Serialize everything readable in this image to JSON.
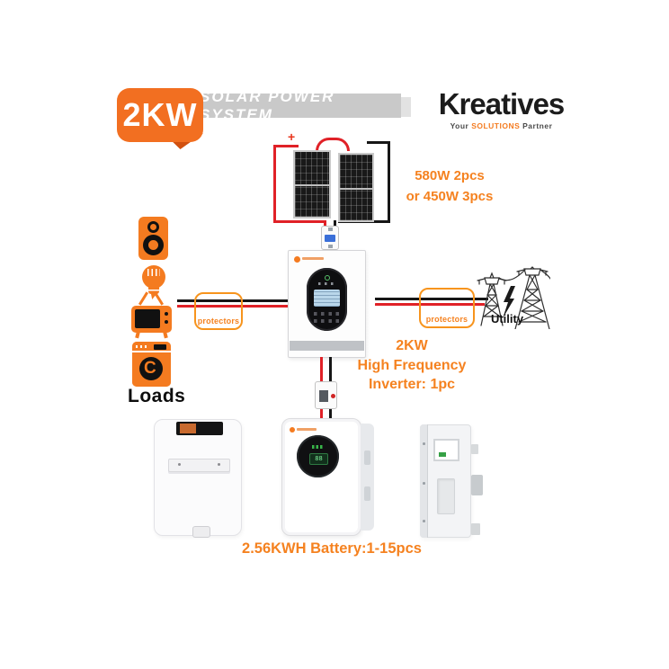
{
  "header": {
    "power_badge": "2KW",
    "banner_title": "SOLAR POWER SYSTEM",
    "brand": {
      "name": "Kreatives",
      "tagline_pre": "Your ",
      "tagline_highlight": "SOLUTIONS",
      "tagline_post": " Partner"
    }
  },
  "solar_array": {
    "plus_sign": "+",
    "spec_line1": "580W 2pcs",
    "spec_line2": "or 450W 3pcs"
  },
  "loads": {
    "label": "Loads"
  },
  "protectors": {
    "left_label": "protectors",
    "right_label": "protectors"
  },
  "utility": {
    "label": "Utility"
  },
  "inverter": {
    "spec_line1": "2KW",
    "spec_line2": "High Frequency",
    "spec_line3": "Inverter: 1pc"
  },
  "battery": {
    "caption": "2.56KWH Battery:1-15pcs",
    "display_value": "88"
  },
  "colors": {
    "accent_orange": "#F47B20",
    "banner_gray": "#C9C9C9",
    "wire_red": "#E02127",
    "wire_black": "#161616"
  }
}
